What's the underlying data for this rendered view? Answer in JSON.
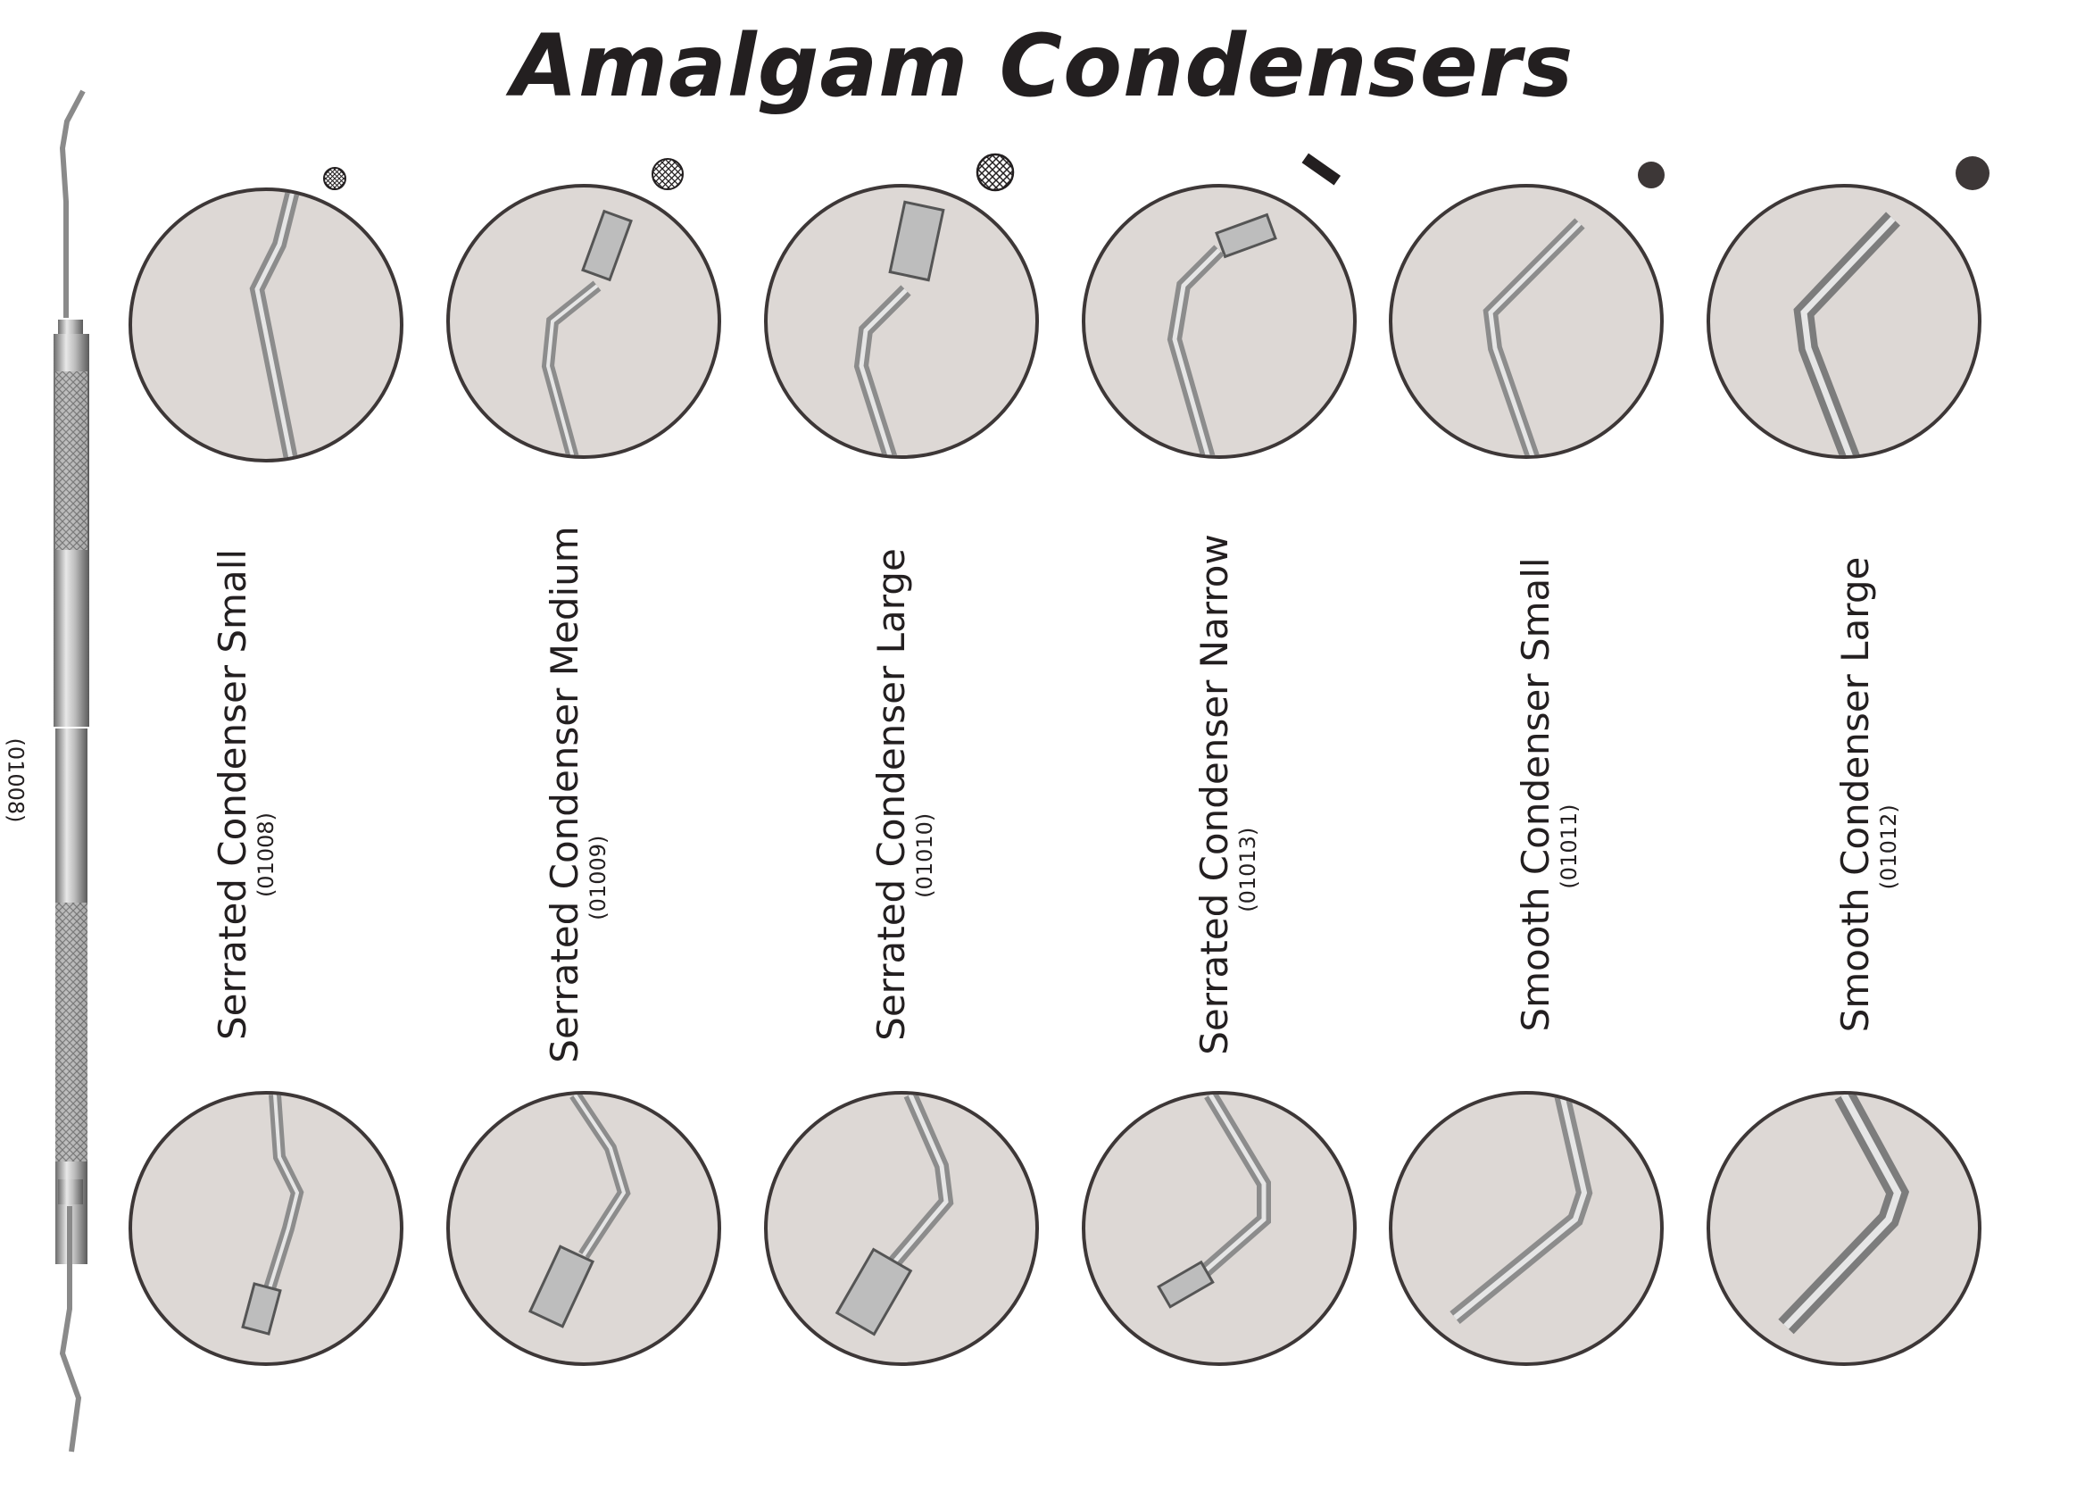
{
  "title": "Amalgam Condensers",
  "side_code": "(01008)",
  "instruments": [
    {
      "name": "Serrated Condenser Small",
      "code": "(01008)",
      "tip": "serrated-small-icon"
    },
    {
      "name": "Serrated Condenser Medium",
      "code": "(01009)",
      "tip": "serrated-medium-icon"
    },
    {
      "name": "Serrated Condenser Large",
      "code": "(01010)",
      "tip": "serrated-large-icon"
    },
    {
      "name": "Serrated Condenser Narrow",
      "code": "(01013)",
      "tip": "narrow-bar-icon"
    },
    {
      "name": "Smooth Condenser Small",
      "code": "(01011)",
      "tip": "smooth-small-dot-icon"
    },
    {
      "name": "Smooth Condenser Large",
      "code": "(01012)",
      "tip": "smooth-large-dot-icon"
    }
  ],
  "colors": {
    "lens_bg": "#ddd8d5",
    "lens_border": "#3d3737",
    "text": "#231f20",
    "steel": "#9a9a9a"
  }
}
